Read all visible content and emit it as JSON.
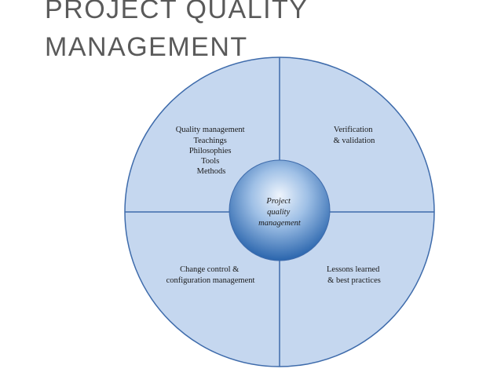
{
  "slide": {
    "title_line1": "PROJECT QUALITY",
    "title_line2": "MANAGEMENT"
  },
  "diagram": {
    "center": [
      "Project",
      "quality",
      "management"
    ],
    "quadrants": {
      "top_left": [
        "Quality management",
        "Teachings",
        "Philosophies",
        "Tools",
        "Methods"
      ],
      "top_right": [
        "Verification",
        "& validation"
      ],
      "bottom_left": [
        "Change control &",
        "configuration management"
      ],
      "bottom_right": [
        "Lessons learned",
        "& best practices"
      ]
    },
    "colors": {
      "fill": "#c5d7ef",
      "border": "#3e6bab",
      "center_light": "#e9f1fb",
      "center_dark": "#2f6cb4"
    }
  }
}
